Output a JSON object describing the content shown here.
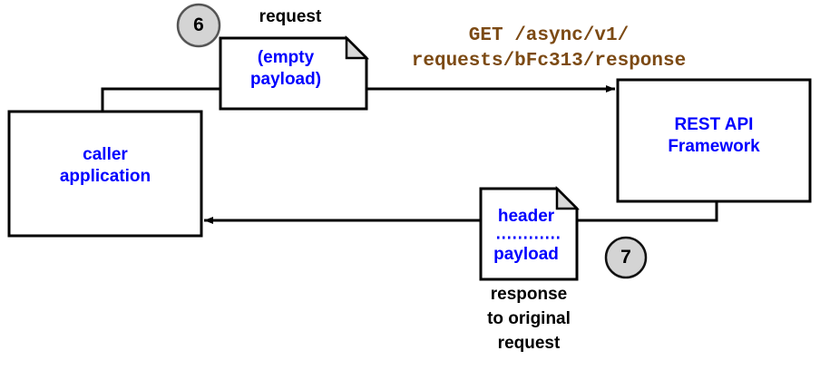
{
  "diagram": {
    "title": "REST API async response retrieval",
    "colors": {
      "node_text": "#0000FF",
      "url_text": "#7C4A14",
      "plain_text": "#000000",
      "stroke": "#000000",
      "step_fill": "#D4D4D4",
      "fold_fill": "#D9D9D9"
    },
    "nodes": {
      "caller": {
        "line1": "caller",
        "line2": "application"
      },
      "rest_api": {
        "line1": "REST API",
        "line2": "Framework"
      },
      "request_doc": {
        "line1": "(empty",
        "line2": "payload)"
      },
      "response_doc": {
        "line1": "header",
        "line2": "payload"
      }
    },
    "labels": {
      "request": "request",
      "url_line1": "GET /async/v1/",
      "url_line2": "requests/bFc313/response",
      "caption_line1": "response",
      "caption_line2": "to original",
      "caption_line3": "request"
    },
    "steps": {
      "step_six": "6",
      "step_seven": "7"
    }
  }
}
